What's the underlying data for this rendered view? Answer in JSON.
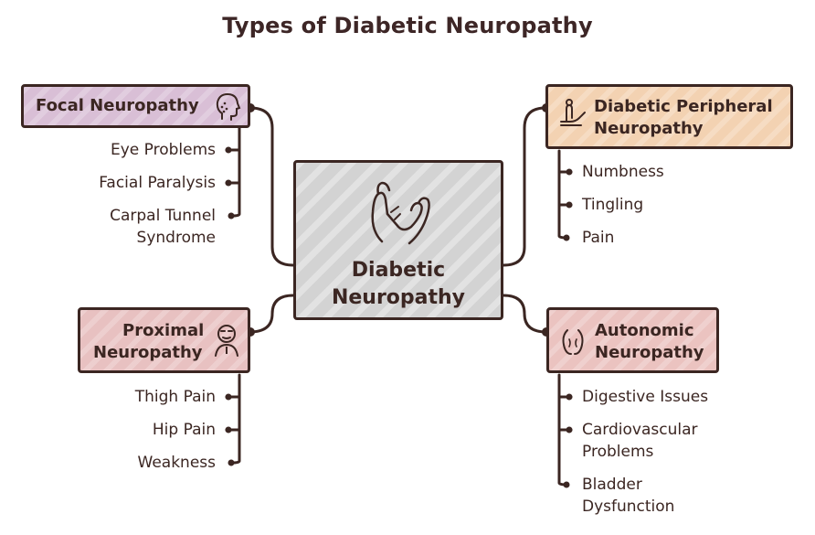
{
  "title": "Types of Diabetic Neuropathy",
  "center": {
    "line1": "Diabetic",
    "line2": "Neuropathy",
    "icon": "hand-icon"
  },
  "branches": {
    "focal": {
      "label": "Focal Neuropathy",
      "icon": "head-icon",
      "color": "#d9bfd6",
      "items": [
        "Eye Problems",
        "Facial Paralysis",
        "Carpal Tunnel",
        "Syndrome"
      ]
    },
    "peripheral": {
      "label_line1": "Diabetic Peripheral",
      "label_line2": "Neuropathy",
      "icon": "hand-reach-icon",
      "color": "#f3d2b2",
      "items": [
        "Numbness",
        "Tingling",
        "Pain"
      ]
    },
    "proximal": {
      "label_line1": "Proximal",
      "label_line2": "Neuropathy",
      "icon": "person-icon",
      "color": "#e8c1c1",
      "items": [
        "Thigh Pain",
        "Hip Pain",
        "Weakness"
      ]
    },
    "autonomic": {
      "label_line1": "Autonomic",
      "label_line2": "Neuropathy",
      "icon": "organs-icon",
      "color": "#ebc3c0",
      "items": [
        "Digestive Issues",
        "Cardiovascular",
        "Problems",
        "Bladder",
        "Dysfunction"
      ]
    }
  }
}
